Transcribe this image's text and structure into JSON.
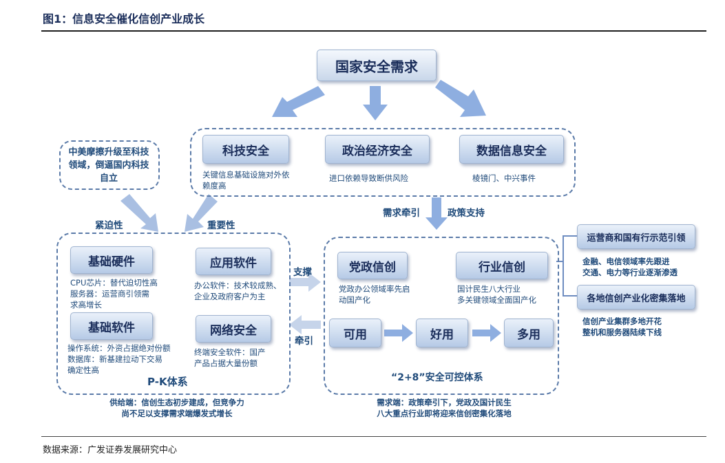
{
  "figure_title": "图1：信息安全催化信创产业成长",
  "top_node": "国家安全需求",
  "security_boxes": [
    {
      "label": "科技安全",
      "desc": "关键信息基础设施对外依赖度高"
    },
    {
      "label": "政治经济安全",
      "desc": "进口依赖导致断供风险"
    },
    {
      "label": "数据信息安全",
      "desc": "棱镜门、中兴事件"
    }
  ],
  "left_note": "中美摩擦升级至科技领域，倒逼国内科技自立",
  "edge_labels": {
    "urgency": "紧迫性",
    "importance": "重要性",
    "demand_pull": "需求牵引",
    "policy_support": "政策支持",
    "support": "支撑",
    "pull": "牵引"
  },
  "pk_system": {
    "title": "P-K体系",
    "items": [
      {
        "label": "基础硬件",
        "desc_l1": "CPU芯片：替代迫切性高",
        "desc_l2": "服务器：运营商引领需",
        "desc_l3": "求高增长"
      },
      {
        "label": "应用软件",
        "desc_l1": "办公软件：技术较成熟、",
        "desc_l2": "企业及政府客户为主"
      },
      {
        "label": "基础软件",
        "desc_l1": "操作系统：外资占据绝对份额",
        "desc_l2": "数据库：新基建拉动下交易",
        "desc_l3": "确定性高"
      },
      {
        "label": "网络安全",
        "desc_l1": "终端安全软件：国产",
        "desc_l2": "产品占据大量份额"
      }
    ],
    "supply_note_l1": "供给端：信创生态初步建成，但竞争力",
    "supply_note_l2": "尚不足以支撑需求端爆发式增长"
  },
  "safe_system": {
    "title": "“2+8”安全可控体系",
    "party": {
      "label": "党政信创",
      "desc_l1": "党政办公领域率先启",
      "desc_l2": "动国产化"
    },
    "industry": {
      "label": "行业信创",
      "desc_l1": "国计民生八大行业",
      "desc_l2": "多关键领域全面国产化"
    },
    "stages": [
      "可用",
      "好用",
      "多用"
    ],
    "demand_note_l1": "需求端：政策牵引下，党政及国计民生",
    "demand_note_l2": "八大重点行业即将迎来信创密集化落地"
  },
  "right_panel": [
    {
      "label": "运营商和国有行示范引领",
      "desc_l1": "金融、电信领域率先跟进",
      "desc_l2": "交通、电力等行业逐渐渗透"
    },
    {
      "label": "各地信创产业化密集落地",
      "desc_l1": "信创产业集群多地开花",
      "desc_l2": "整机和服务器陆续下线"
    }
  ],
  "source": "数据来源：广发证券发展研究中心",
  "colors": {
    "arrow": "#8eaee0",
    "dash": "#5a7aa8",
    "text": "#1f4a7a"
  }
}
